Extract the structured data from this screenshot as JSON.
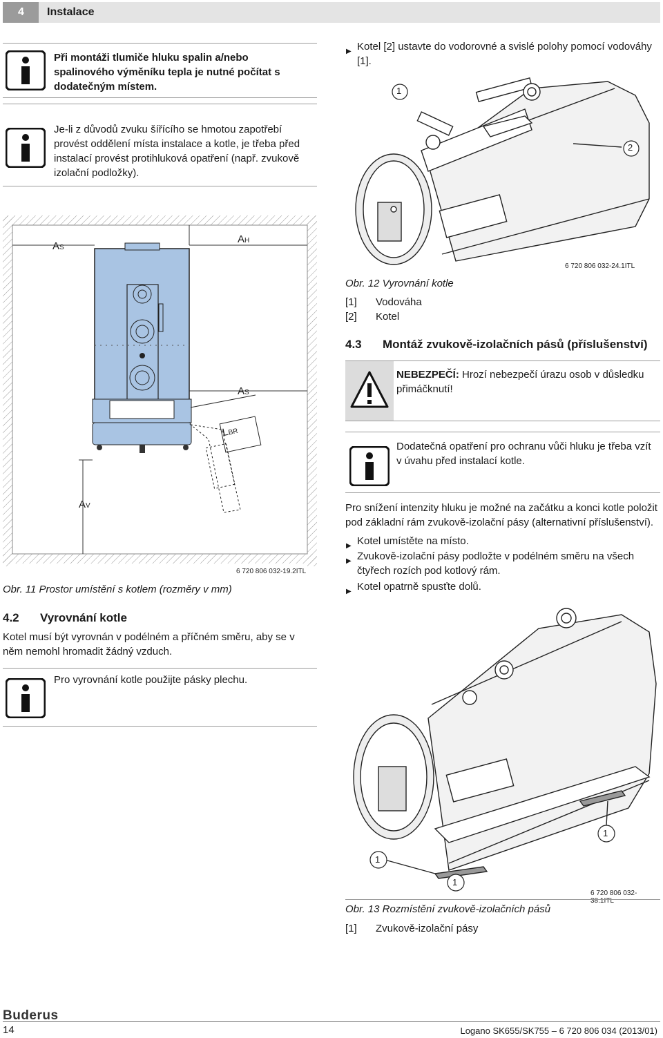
{
  "header": {
    "chapter_number": "4",
    "chapter_title": "Instalace"
  },
  "left": {
    "note1": "Při montáži tlumiče hluku spalin a/nebo spalinového výměníku tepla je nutné počítat s dodatečným místem.",
    "note2": "Je-li z důvodů zvuku šířícího se hmotou zapotřebí provést oddělení místa instalace a kotle, je třeba před instalací provést protihluková opatření (např. zvukově izolační podložky).",
    "fig11": {
      "label_as_top": "A",
      "label_as_top_sub": "S",
      "label_ah": "A",
      "label_ah_sub": "H",
      "label_as_mid": "A",
      "label_as_mid_sub": "S",
      "label_lbr": "L",
      "label_lbr_sub": "BR",
      "label_av": "A",
      "label_av_sub": "V",
      "code": "6 720 806 032-19.2ITL",
      "caption": "Obr. 11 Prostor umístění s kotlem (rozměry v mm)"
    },
    "section42": {
      "number": "4.2",
      "title": "Vyrovnání kotle",
      "body": "Kotel musí být vyrovnán v podélném a příčném směru, aby se v něm nemohl hromadit žádný vzduch."
    },
    "note3": "Pro vyrovnání kotle použijte pásky plechu."
  },
  "right": {
    "step1": "Kotel [2] ustavte do vodorovné a svislé polohy pomocí vodováhy [1].",
    "fig12": {
      "callout1": "1",
      "callout2": "2",
      "code": "6 720 806 032-24.1ITL",
      "caption": "Obr. 12 Vyrovnání kotle",
      "legend": [
        {
          "key": "[1]",
          "text": "Vodováha"
        },
        {
          "key": "[2]",
          "text": "Kotel"
        }
      ]
    },
    "section43": {
      "number": "4.3",
      "title": "Montáž zvukově-izolačních pásů (příslušenství)"
    },
    "danger": {
      "label": "NEBEZPEČÍ:",
      "text": "Hrozí nebezpečí úrazu osob v důsledku přimáčknutí!"
    },
    "note4": "Dodatečná opatření pro ochranu vůči hluku je třeba vzít v úvahu před instalací kotle.",
    "body43": "Pro snížení intenzity hluku je možné na začátku a konci kotle položit pod základní rám zvukově-izolační pásy (alternativní příslušenství).",
    "steps": [
      "Kotel umístěte na místo.",
      "Zvukově-izolační pásy podložte v podélném směru na všech čtyřech rozích pod kotlový rám.",
      "Kotel opatrně spusťte dolů."
    ],
    "fig13": {
      "callout_a": "1",
      "callout_b": "1",
      "callout_c": "1",
      "code": "6 720 806 032-38.1ITL",
      "caption": "Obr. 13 Rozmístění zvukově-izolačních pásů",
      "legend": [
        {
          "key": "[1]",
          "text": "Zvukově-izolační pásy"
        }
      ]
    }
  },
  "footer": {
    "brand": "Buderus",
    "page_number": "14",
    "doc_ref": "Logano SK655/SK755 – 6 720 806 034 (2013/01)"
  },
  "colors": {
    "boiler_blue": "#a9c4e3",
    "header_gray": "#9b9b9b",
    "header_light": "#e4e4e4"
  }
}
